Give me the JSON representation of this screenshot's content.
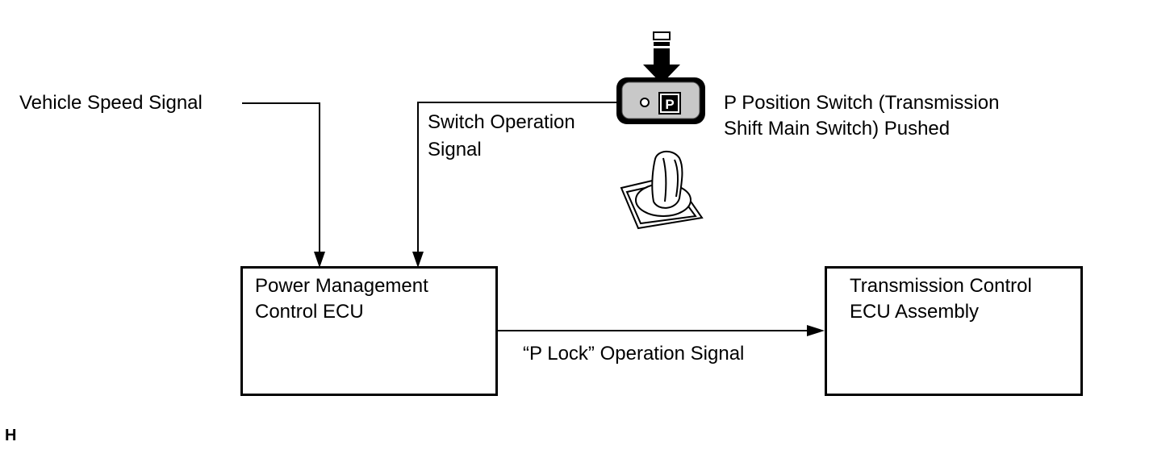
{
  "labels": {
    "vehicle_speed": "Vehicle Speed Signal",
    "switch_operation_line1": "Switch Operation",
    "switch_operation_line2": "Signal",
    "p_switch_line1": "P Position Switch (Transmission",
    "p_switch_line2": "Shift Main Switch) Pushed",
    "p_lock_signal": "“P Lock” Operation Signal",
    "corner_mark": "H"
  },
  "boxes": {
    "power_mgmt_line1": "Power Management",
    "power_mgmt_line2": "Control ECU",
    "trans_ctrl_line1": "Transmission Control",
    "trans_ctrl_line2": "ECU Assembly"
  },
  "switch_button_letter": "P",
  "icons": [
    "push-arrow-icon",
    "p-position-switch-icon",
    "shift-lever-icon"
  ]
}
